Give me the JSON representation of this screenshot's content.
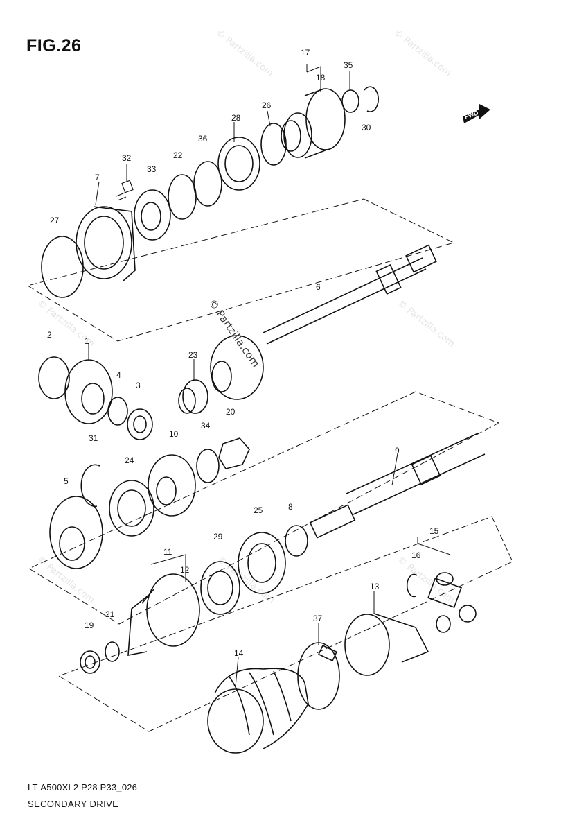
{
  "figure": {
    "title": "FIG.26",
    "model_code": "LT-A500XL2 P28 P33_026",
    "section_title": "SECONDARY DRIVE",
    "fwd_label": "FWD",
    "watermark_center": "© Partzilla.com",
    "watermark_faint": "© Partzilla.com"
  },
  "callouts": [
    "1",
    "2",
    "3",
    "4",
    "5",
    "6",
    "7",
    "8",
    "9",
    "10",
    "11",
    "12",
    "13",
    "14",
    "15",
    "16",
    "17",
    "18",
    "19",
    "20",
    "21",
    "22",
    "23",
    "24",
    "25",
    "26",
    "27",
    "28",
    "29",
    "30",
    "31",
    "32",
    "33",
    "34",
    "35",
    "36",
    "37"
  ],
  "colors": {
    "line": "#111111",
    "watermark": "#e4e4e4",
    "background": "#ffffff"
  }
}
